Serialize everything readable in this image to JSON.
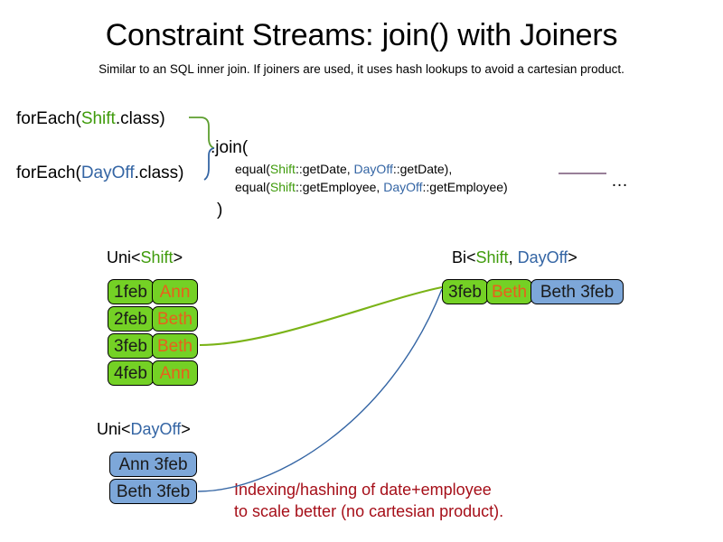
{
  "header": {
    "title": "Constraint Streams: join() with Joiners",
    "subtitle": "Similar to an SQL inner join. If joiners are used, it uses hash lookups to avoid a cartesian product."
  },
  "code": {
    "foreach_shift": {
      "prefix": "forEach(",
      "type": "Shift",
      "suffix": ".class)"
    },
    "foreach_dayoff": {
      "prefix": "forEach(",
      "type": "DayOff",
      "suffix": ".class)"
    },
    "join_open": ".join(",
    "join_close": ")",
    "equal_date": {
      "prefix": "equal(",
      "left_type": "Shift",
      "left_method": "::getDate, ",
      "right_type": "DayOff",
      "right_method": "::getDate),"
    },
    "equal_employee": {
      "prefix": "equal(",
      "left_type": "Shift",
      "left_method": "::getEmployee, ",
      "right_type": "DayOff",
      "right_method": "::getEmployee)"
    },
    "ellipsis": "…"
  },
  "groups": {
    "uni_shift": {
      "label_prefix": "Uni<",
      "label_type": "Shift",
      "label_suffix": ">",
      "rows": [
        {
          "date": "1feb",
          "employee": "Ann"
        },
        {
          "date": "2feb",
          "employee": "Beth"
        },
        {
          "date": "3feb",
          "employee": "Beth"
        },
        {
          "date": "4feb",
          "employee": "Ann"
        }
      ]
    },
    "uni_dayoff": {
      "label_prefix": "Uni<",
      "label_type": "DayOff",
      "label_suffix": ">",
      "rows": [
        {
          "text": "Ann 3feb"
        },
        {
          "text": "Beth 3feb"
        }
      ]
    },
    "bi": {
      "label_prefix": "Bi<",
      "label_type_a": "Shift",
      "label_separator": ", ",
      "label_type_b": "DayOff",
      "label_suffix": ">",
      "row": {
        "date": "3feb",
        "employee": "Beth",
        "dayoff": "Beth 3feb"
      }
    }
  },
  "caption": "Indexing/hashing of date+employee\nto scale better (no cartesian product).",
  "colors": {
    "shift_green": "#3f9b0b",
    "dayoff_blue": "#3465a4",
    "box_green": "#74d125",
    "box_blue": "#7da7d9",
    "employee_orange": "#e8601c",
    "caption_red": "#a60f19",
    "ellipsis_line": "#8a6d8a"
  }
}
